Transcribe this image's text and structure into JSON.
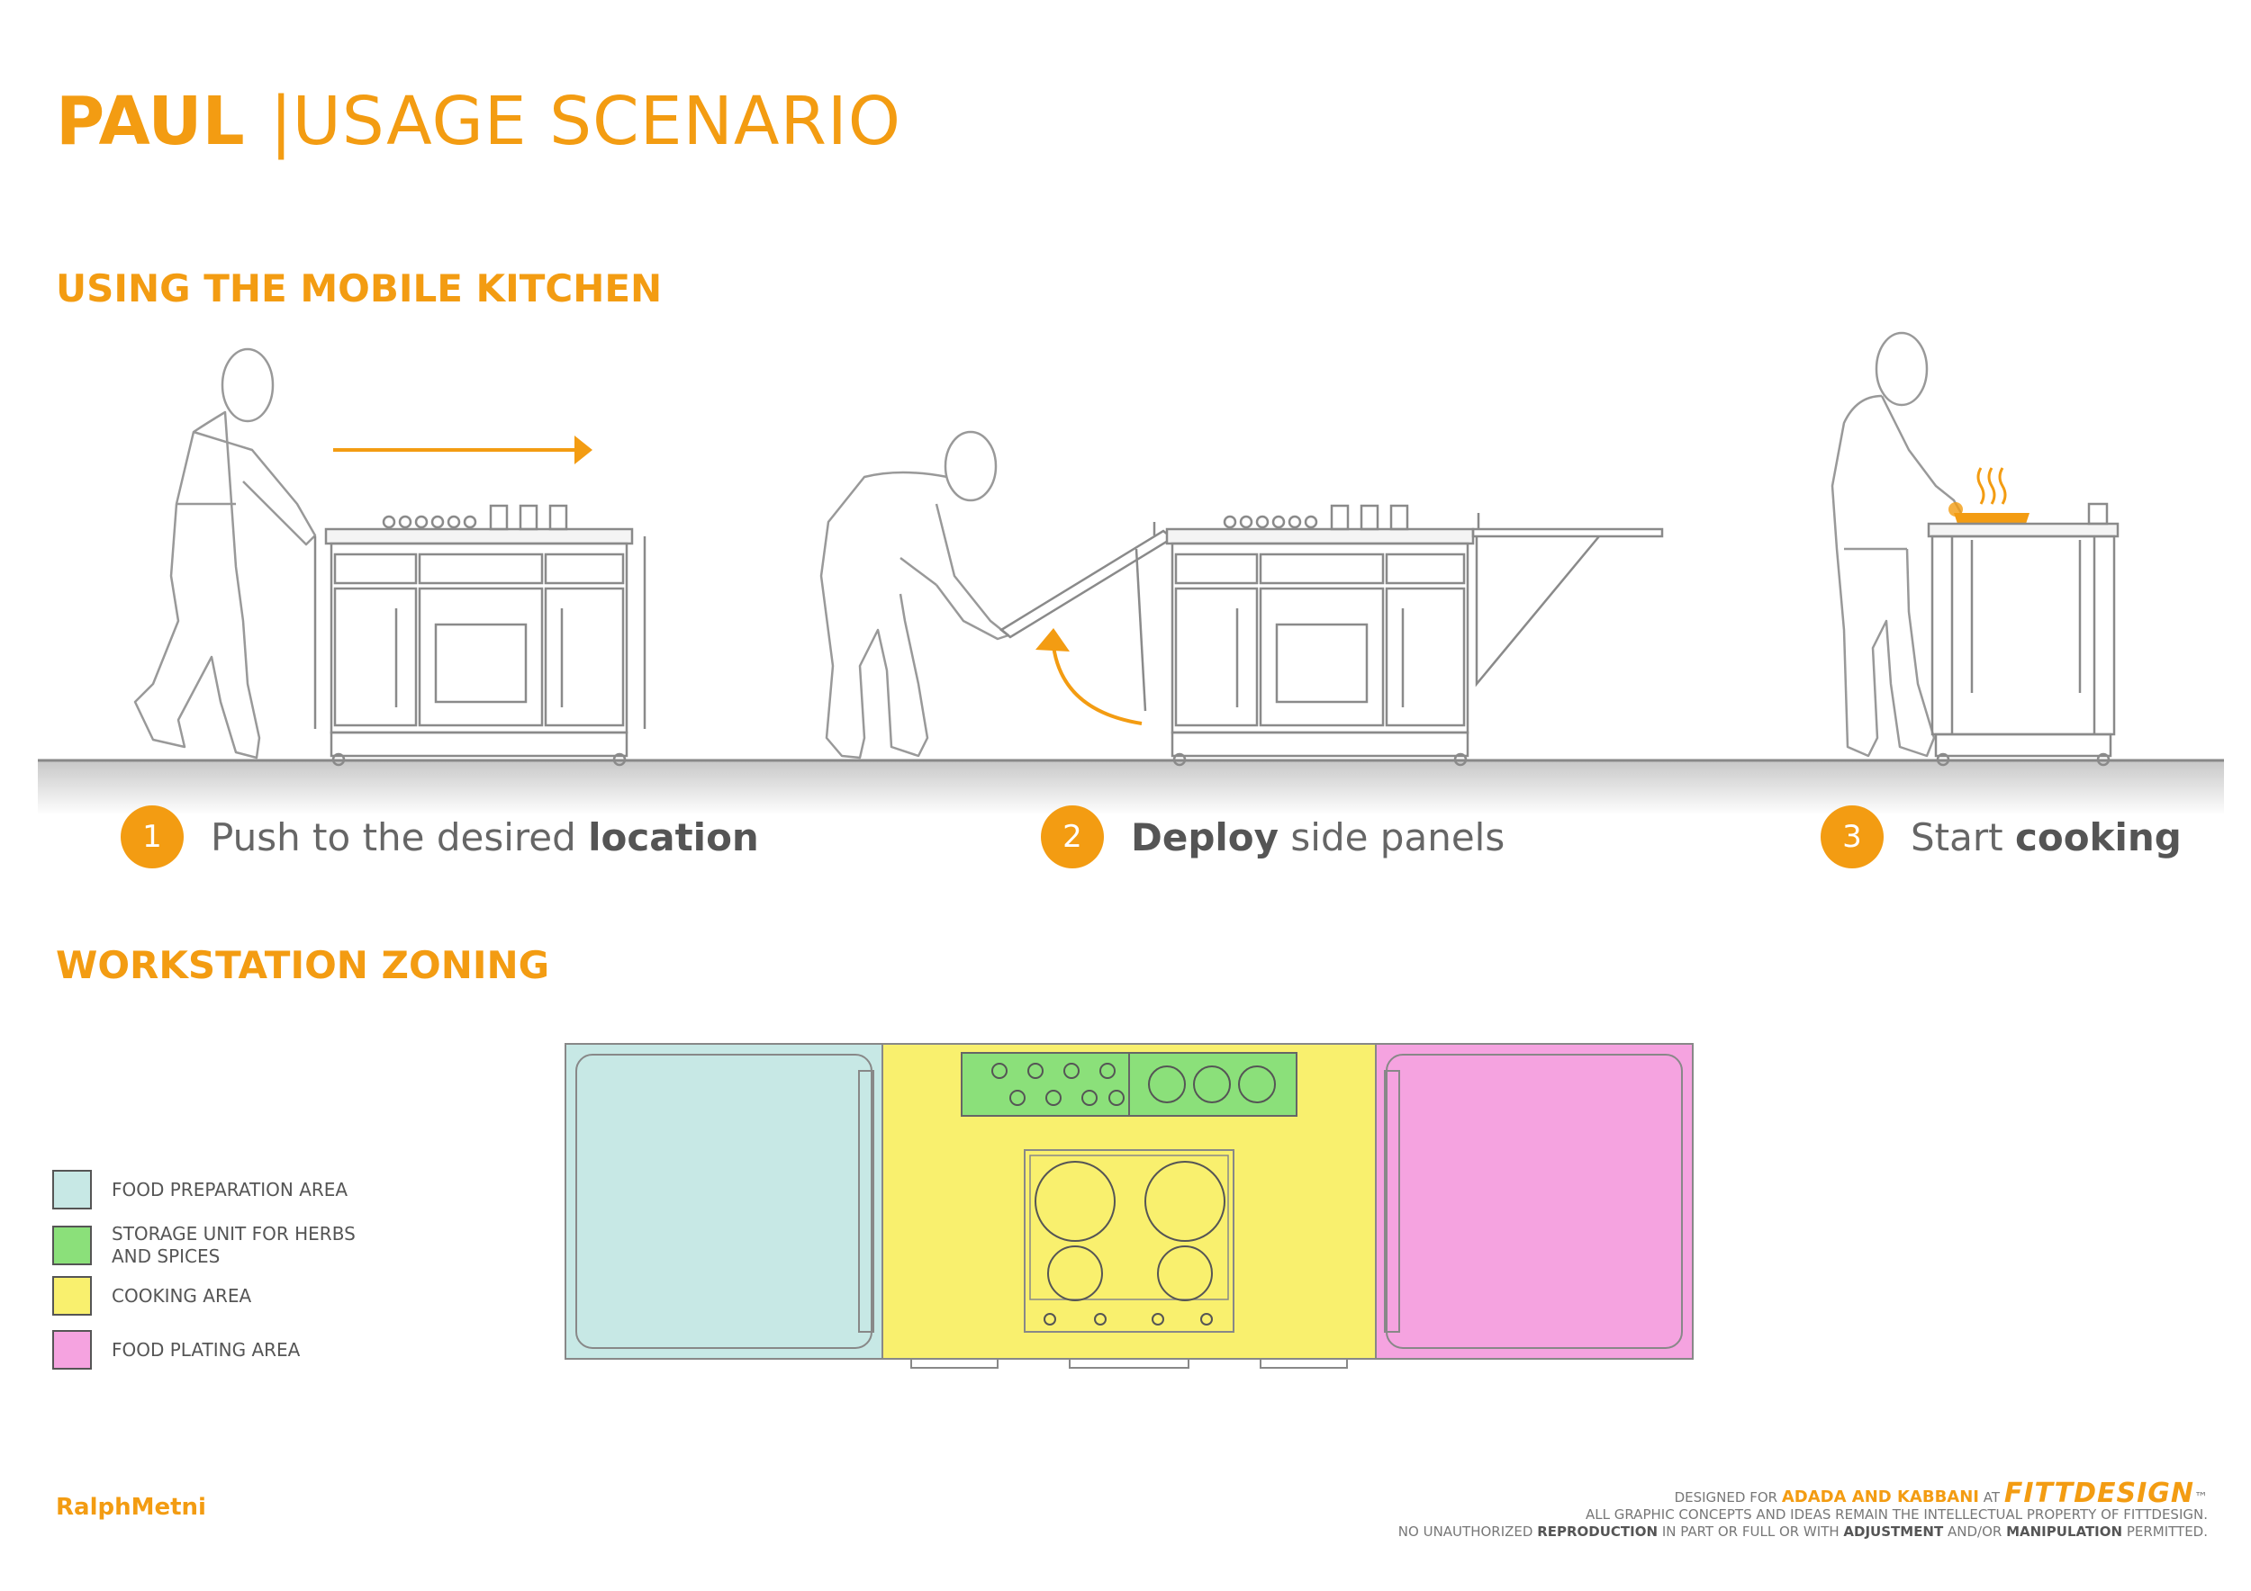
{
  "header": {
    "brand": "PAUL",
    "separator": "|",
    "subtitle": "USAGE SCENARIO"
  },
  "sections": {
    "mobile_kitchen": "USING THE MOBILE KITCHEN",
    "zoning": "WORKSTATION ZONING"
  },
  "steps": [
    {
      "number": "1",
      "text": "Push to the desired ",
      "bold": "location"
    },
    {
      "number": "2",
      "bold": "Deploy",
      "text": " side panels"
    },
    {
      "number": "3",
      "text": "Start ",
      "bold": "cooking"
    }
  ],
  "legend": [
    {
      "label": "FOOD PREPARATION AREA",
      "color": "#c7e8e5"
    },
    {
      "label": "STORAGE UNIT FOR HERBS AND SPICES",
      "color": "#8be07a"
    },
    {
      "label": "COOKING AREA",
      "color": "#f9f06e"
    },
    {
      "label": "FOOD PLATING AREA",
      "color": "#f5a3e0"
    }
  ],
  "zones": {
    "prep": "#c7e8e5",
    "storage": "#8be07a",
    "cooking": "#f9f06e",
    "plating": "#f5a3e0"
  },
  "footer": {
    "author": "RalphMetni",
    "designed_for": "DESIGNED FOR",
    "client": "ADADA AND KABBANI",
    "at": "AT",
    "logo": "FITTDESIGN",
    "tm": "™",
    "line2": "ALL GRAPHIC CONCEPTS AND IDEAS REMAIN THE INTELLECTUAL PROPERTY OF FITTDESIGN.",
    "line3_a": "NO UNAUTHORIZED ",
    "line3_b": "REPRODUCTION",
    "line3_c": " IN PART OR FULL OR WITH ",
    "line3_d": "ADJUSTMENT",
    "line3_e": " AND/OR ",
    "line3_f": "MANIPULATION",
    "line3_g": " PERMITTED."
  },
  "accent_color": "#f39c12"
}
